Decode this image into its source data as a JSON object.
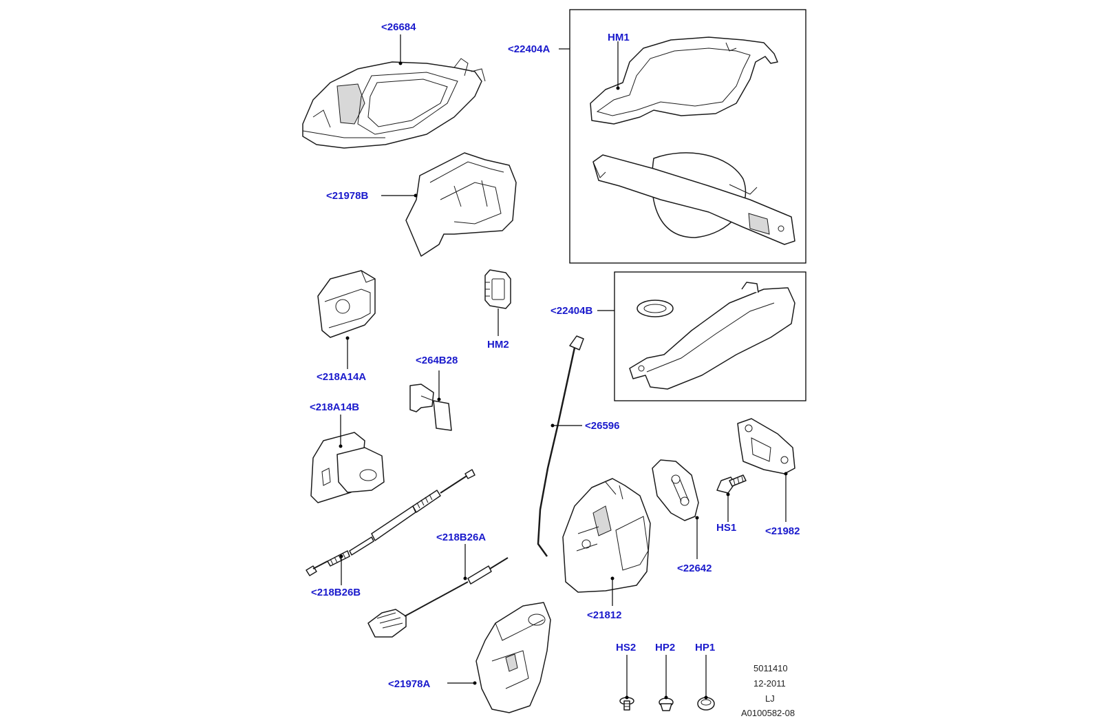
{
  "labels": {
    "p26684": "<26684",
    "p22404A": "<22404A",
    "hm1": "HM1",
    "p21978B": "<21978B",
    "p218A14A": "<218A14A",
    "hm2": "HM2",
    "p264B28": "<264B28",
    "p22404B": "<22404B",
    "p218A14B": "<218A14B",
    "p26596": "<26596",
    "p218B26A": "<218B26A",
    "p218B26B": "<218B26B",
    "p21812": "<21812",
    "p22642": "<22642",
    "hs1": "HS1",
    "p21982": "<21982",
    "p21978A": "<21978A",
    "hs2": "HS2",
    "hp2": "HP2",
    "hp1": "HP1"
  },
  "footer": {
    "code": "5011410",
    "date": "12-2011",
    "initials": "LJ",
    "ref": "A0100582-08"
  },
  "colors": {
    "label": "#1a1acc",
    "line": "#1a1a1a",
    "background": "#ffffff"
  }
}
